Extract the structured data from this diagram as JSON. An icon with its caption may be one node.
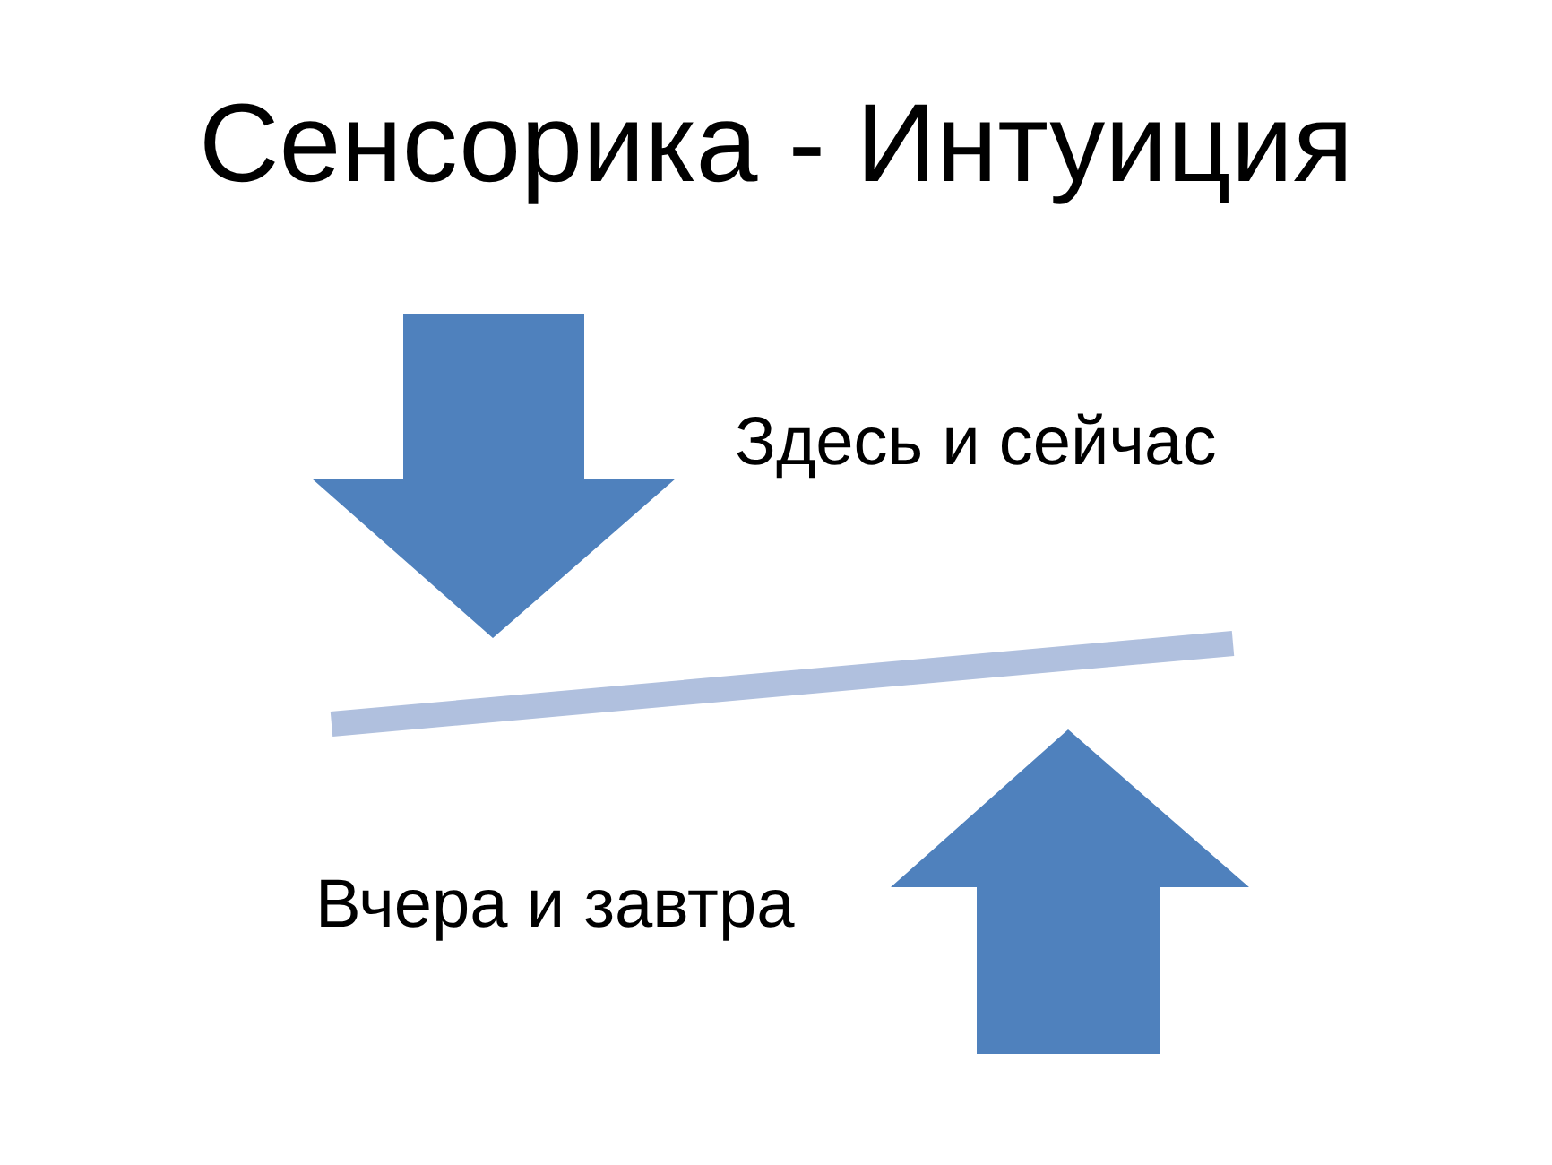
{
  "diagram": {
    "title": "Сенсорика - Интуиция",
    "labels": [
      "Здесь и сейчас",
      "Вчера и завтра"
    ]
  }
}
